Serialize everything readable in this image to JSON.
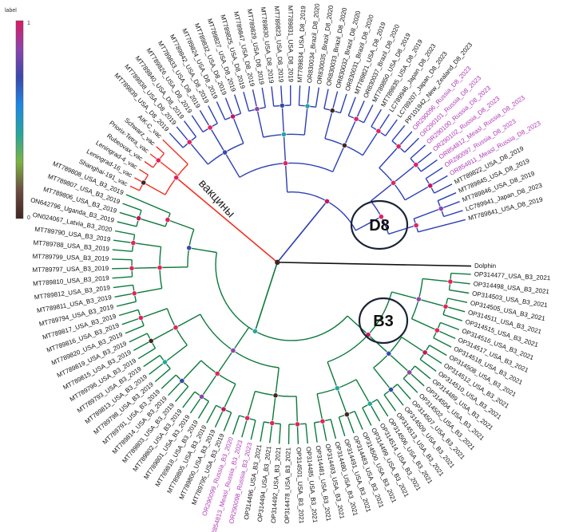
{
  "legend": {
    "title": "label",
    "max_label": "1",
    "min_label": "0",
    "gradient_colors": [
      "#d81b60",
      "#8e44ad",
      "#3949ab",
      "#1e88e5",
      "#26a69a",
      "#7cb342",
      "#6d4c41",
      "#3e2723"
    ]
  },
  "colors": {
    "d8_branch": "#2c3fb5",
    "b3_branch": "#0b7a3b",
    "vaccine_branch": "#ee3322",
    "root_branch": "#111111",
    "label_default": "#111111",
    "label_highlight": "#b03ab6"
  },
  "clades": {
    "d8": "D8",
    "b3": "B3",
    "vaccines": "вакцины"
  },
  "leaves": [
    {
      "text": "Dolphin",
      "color": "#111111"
    },
    {
      "text": "OP314477_USA_B3_2021",
      "color": "#111111"
    },
    {
      "text": "OP314498_USA_B3_2021",
      "color": "#111111"
    },
    {
      "text": "OP314503_USA_B3_2021",
      "color": "#111111"
    },
    {
      "text": "OP314505_USA_B3_2021",
      "color": "#111111"
    },
    {
      "text": "OP314511_USA_B3_2021",
      "color": "#111111"
    },
    {
      "text": "OP314515_USA_B3_2021",
      "color": "#111111"
    },
    {
      "text": "OP314516_USA_B3_2021",
      "color": "#111111"
    },
    {
      "text": "OP314517_USA_B3_2021",
      "color": "#111111"
    },
    {
      "text": "OP314518_USA_B3_2021",
      "color": "#111111"
    },
    {
      "text": "OP314508_USA_B3_2021",
      "color": "#111111"
    },
    {
      "text": "OP314512_USA_B3_2021",
      "color": "#111111"
    },
    {
      "text": "OP314510_USA_B3_2021",
      "color": "#111111"
    },
    {
      "text": "OP314489_USA_B3_2021",
      "color": "#111111"
    },
    {
      "text": "OP314504_USA_B3_2021",
      "color": "#111111"
    },
    {
      "text": "OP314502_USA_B3_2021",
      "color": "#111111"
    },
    {
      "text": "OP314507_USA_B3_2021",
      "color": "#111111"
    },
    {
      "text": "OP314509_USA_B3_2021",
      "color": "#111111"
    },
    {
      "text": "OP314513_USA_B3_2021",
      "color": "#111111"
    },
    {
      "text": "OP314506_USA_B3_2021",
      "color": "#111111"
    },
    {
      "text": "OP314514_USA_B3_2021",
      "color": "#111111"
    },
    {
      "text": "OP314499_USA_B3_2021",
      "color": "#111111"
    },
    {
      "text": "OP314500_USA_B3_2021",
      "color": "#111111"
    },
    {
      "text": "OP314483_USA_B3_2021",
      "color": "#111111"
    },
    {
      "text": "OP314491_USA_B3_2021",
      "color": "#111111"
    },
    {
      "text": "OP314480_USA_B3_2021",
      "color": "#111111"
    },
    {
      "text": "OP314493_USA_B3_2021",
      "color": "#111111"
    },
    {
      "text": "OP314481_USA_B3_2021",
      "color": "#111111"
    },
    {
      "text": "OP314485_USA_B3_2021",
      "color": "#111111"
    },
    {
      "text": "OP314501_USA_B3_2021",
      "color": "#111111"
    },
    {
      "text": "OP314478_USA_B3_2021",
      "color": "#111111"
    },
    {
      "text": "OP314492_USA_B3_2021",
      "color": "#111111"
    },
    {
      "text": "OP314494_USA_B3_2021",
      "color": "#111111"
    },
    {
      "text": "OP314496_USA_B3_2021",
      "color": "#111111"
    },
    {
      "text": "OR290098_Russia_B3_2023",
      "color": "#b03ab6"
    },
    {
      "text": "OR854813_Measl_Russia_B3_2023",
      "color": "#b03ab6"
    },
    {
      "text": "OR290099_Russia_B3_2020",
      "color": "#b03ab6"
    },
    {
      "text": "MT789795_USA_B3_2019",
      "color": "#111111"
    },
    {
      "text": "MT789800_USA_B3_2019",
      "color": "#111111"
    },
    {
      "text": "MT789805_USA_B3_2019",
      "color": "#111111"
    },
    {
      "text": "MT789818_USA_B3_2019",
      "color": "#111111"
    },
    {
      "text": "MT789801_USA_B3_2019",
      "color": "#111111"
    },
    {
      "text": "MT789802_USA_B3_2019",
      "color": "#111111"
    },
    {
      "text": "MT789803_USA_B3_2019",
      "color": "#111111"
    },
    {
      "text": "MT789814_USA_B3_2019",
      "color": "#111111"
    },
    {
      "text": "MT789791_USA_B3_2019",
      "color": "#111111"
    },
    {
      "text": "MT789798_USA_B3_2019",
      "color": "#111111"
    },
    {
      "text": "MT789813_USA_B3_2019",
      "color": "#111111"
    },
    {
      "text": "MT789793_USA_B3_2019",
      "color": "#111111"
    },
    {
      "text": "MT789796_USA_B3_2019",
      "color": "#111111"
    },
    {
      "text": "MT789815_USA_B3_2019",
      "color": "#111111"
    },
    {
      "text": "MT789819_USA_B3_2019",
      "color": "#111111"
    },
    {
      "text": "MT789820_USA_B3_2019",
      "color": "#111111"
    },
    {
      "text": "MT789816_USA_B3_2019",
      "color": "#111111"
    },
    {
      "text": "MT789817_USA_B3_2019",
      "color": "#111111"
    },
    {
      "text": "MT789794_USA_B3_2019",
      "color": "#111111"
    },
    {
      "text": "MT789811_USA_B3_2019",
      "color": "#111111"
    },
    {
      "text": "MT789812_USA_B3_2019",
      "color": "#111111"
    },
    {
      "text": "MT789810_USA_B3_2019",
      "color": "#111111"
    },
    {
      "text": "MT789797_USA_B3_2019",
      "color": "#111111"
    },
    {
      "text": "MT789799_USA_B3_2019",
      "color": "#111111"
    },
    {
      "text": "MT789788_USA_B3_2019",
      "color": "#111111"
    },
    {
      "text": "MT789790_USA_B3_2019",
      "color": "#111111"
    },
    {
      "text": "ON024067_Latvia_B3_2020",
      "color": "#111111"
    },
    {
      "text": "ON642796_Uganda_B3_2019",
      "color": "#111111"
    },
    {
      "text": "MT789806_USA_B3_2019",
      "color": "#111111"
    },
    {
      "text": "MT789807_USA_B3_2019",
      "color": "#111111"
    },
    {
      "text": "MT789808_USA_B3_2019",
      "color": "#111111"
    },
    {
      "text": "Shanghai-191_vac",
      "color": "#111111"
    },
    {
      "text": "Leningrad-16_vac",
      "color": "#111111"
    },
    {
      "text": "Leningrad-4_vac",
      "color": "#111111"
    },
    {
      "text": "Rubeovax_vac",
      "color": "#111111"
    },
    {
      "text": "Priorix-Tetra_vac",
      "color": "#111111"
    },
    {
      "text": "Schwarz_vac",
      "color": "#111111"
    },
    {
      "text": "AIK-C_vac",
      "color": "#111111"
    },
    {
      "text": "MT789839_USA_D8_2019",
      "color": "#111111"
    },
    {
      "text": "MT789838_USA_D8_2019",
      "color": "#111111"
    },
    {
      "text": "MT789840_USA_D8_2019",
      "color": "#111111"
    },
    {
      "text": "MT789826_USA_D8_2019",
      "color": "#111111"
    },
    {
      "text": "MT789833_USA_D8_2019",
      "color": "#111111"
    },
    {
      "text": "MT789842_USA_D8_2019",
      "color": "#111111"
    },
    {
      "text": "MT789824_USA_D8_2019",
      "color": "#111111"
    },
    {
      "text": "MT789832_USA_D8_2019",
      "color": "#111111"
    },
    {
      "text": "MT789827_USA_D8_2019",
      "color": "#111111"
    },
    {
      "text": "MT789825_USA_D8_2019",
      "color": "#111111"
    },
    {
      "text": "MT789847_USA_D8_2019",
      "color": "#111111"
    },
    {
      "text": "MT789829_USA_D8_2019",
      "color": "#111111"
    },
    {
      "text": "MT789830_USA_D8_2019",
      "color": "#111111"
    },
    {
      "text": "MT789823_USA_D8_2019",
      "color": "#111111"
    },
    {
      "text": "MT789831_USA_D8_2019",
      "color": "#111111"
    },
    {
      "text": "MT789834_USA_D8_2019",
      "color": "#111111"
    },
    {
      "text": "OR830034_Brazil_D8_2020",
      "color": "#111111"
    },
    {
      "text": "OR830035_Brazil_D8_2020",
      "color": "#111111"
    },
    {
      "text": "OR830033_Brazil_D8_2020",
      "color": "#111111"
    },
    {
      "text": "OR830032_Brazil_D8_2020",
      "color": "#111111"
    },
    {
      "text": "OR830031_Brazil_D8_2020",
      "color": "#111111"
    },
    {
      "text": "MT789821_USA_D8_2019",
      "color": "#111111"
    },
    {
      "text": "OR830037_Brazil_D8_2020",
      "color": "#111111"
    },
    {
      "text": "MT789850_USA_D8_2019",
      "color": "#111111"
    },
    {
      "text": "MT789835_USA_D8_2019",
      "color": "#111111"
    },
    {
      "text": "LC789946_Japan_D8_2023",
      "color": "#111111"
    },
    {
      "text": "LC789207_Japan_D8_2023",
      "color": "#111111"
    },
    {
      "text": "PP101942_New_Zealand_D8_2023",
      "color": "#111111"
    },
    {
      "text": "OR290096_Russia_D8_2023",
      "color": "#b03ab6"
    },
    {
      "text": "OR290101_Russia_D8_2023",
      "color": "#b03ab6"
    },
    {
      "text": "OR290100_Russia_D8_2023",
      "color": "#b03ab6"
    },
    {
      "text": "OR290102_Russia_D8_2023",
      "color": "#b03ab6"
    },
    {
      "text": "OR854812_Measl_Russia_D8_2023",
      "color": "#b03ab6"
    },
    {
      "text": "OR290097_Russia_D8_2023",
      "color": "#b03ab6"
    },
    {
      "text": "OR854811_Measl_Russia_D8_2023",
      "color": "#b03ab6"
    },
    {
      "text": "MT789822_USA_D8_2019",
      "color": "#111111"
    },
    {
      "text": "MT789845_USA_D8_2019",
      "color": "#111111"
    },
    {
      "text": "MT789846_USA_D8_2019",
      "color": "#111111"
    },
    {
      "text": "LC789941_Japan_D8_2023",
      "color": "#111111"
    },
    {
      "text": "MT789841_USA_D8_2019",
      "color": "#111111"
    }
  ]
}
